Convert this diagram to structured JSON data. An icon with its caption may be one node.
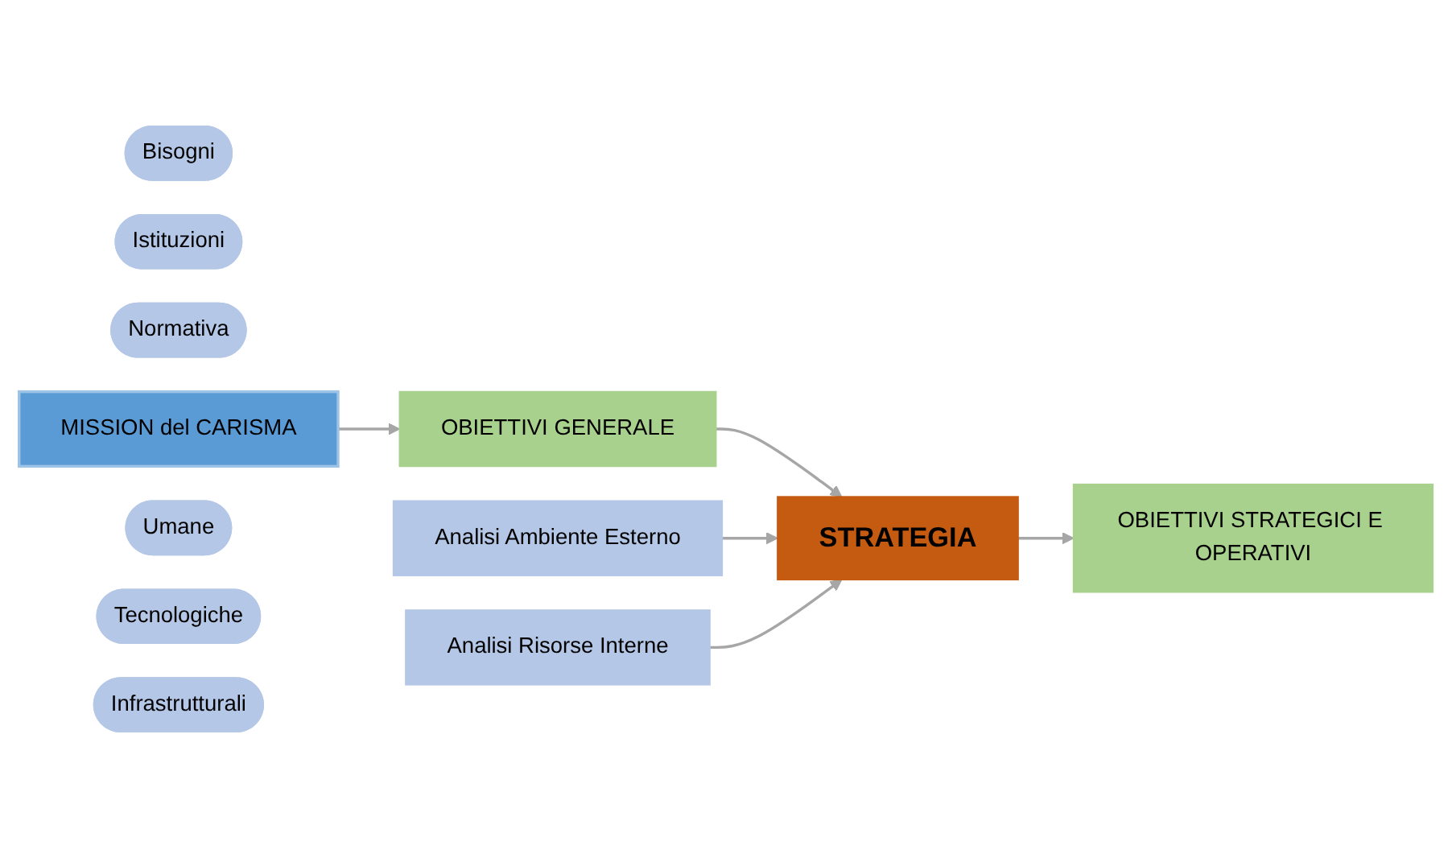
{
  "diagram": {
    "nodes": [
      {
        "text": [
          "Bisogni"
        ]
      },
      {
        "text": [
          "Istituzioni"
        ]
      },
      {
        "text": [
          "Normativa"
        ]
      },
      {
        "text": [
          "Analisi Ambiente Esterno"
        ]
      },
      {
        "text": [
          "MISSION del CARISMA"
        ]
      },
      {
        "text": [
          "OBIETTIVI GENERALE"
        ]
      },
      {
        "text": [
          "STRATEGIA"
        ]
      },
      {
        "text": [
          "OBIETTIVI STRATEGICI E OPERATIVI"
        ]
      },
      {
        "text": [
          "Analisi Risorse Interne"
        ]
      },
      {
        "text": [
          "Umane"
        ]
      },
      {
        "text": [
          "Tecnologiche"
        ]
      },
      {
        "text": [
          "Infrastrutturali"
        ]
      }
    ],
    "edges": [
      {
        "from": 4,
        "to": 5,
        "arrow": "to"
      },
      {
        "from": 5,
        "to": 6,
        "arrow": "to"
      },
      {
        "from": 6,
        "to": 7,
        "arrow": "to"
      },
      {
        "from": 3,
        "to": 6,
        "arrow": "to"
      },
      {
        "from": 8,
        "to": 6,
        "arrow": "to"
      }
    ]
  }
}
